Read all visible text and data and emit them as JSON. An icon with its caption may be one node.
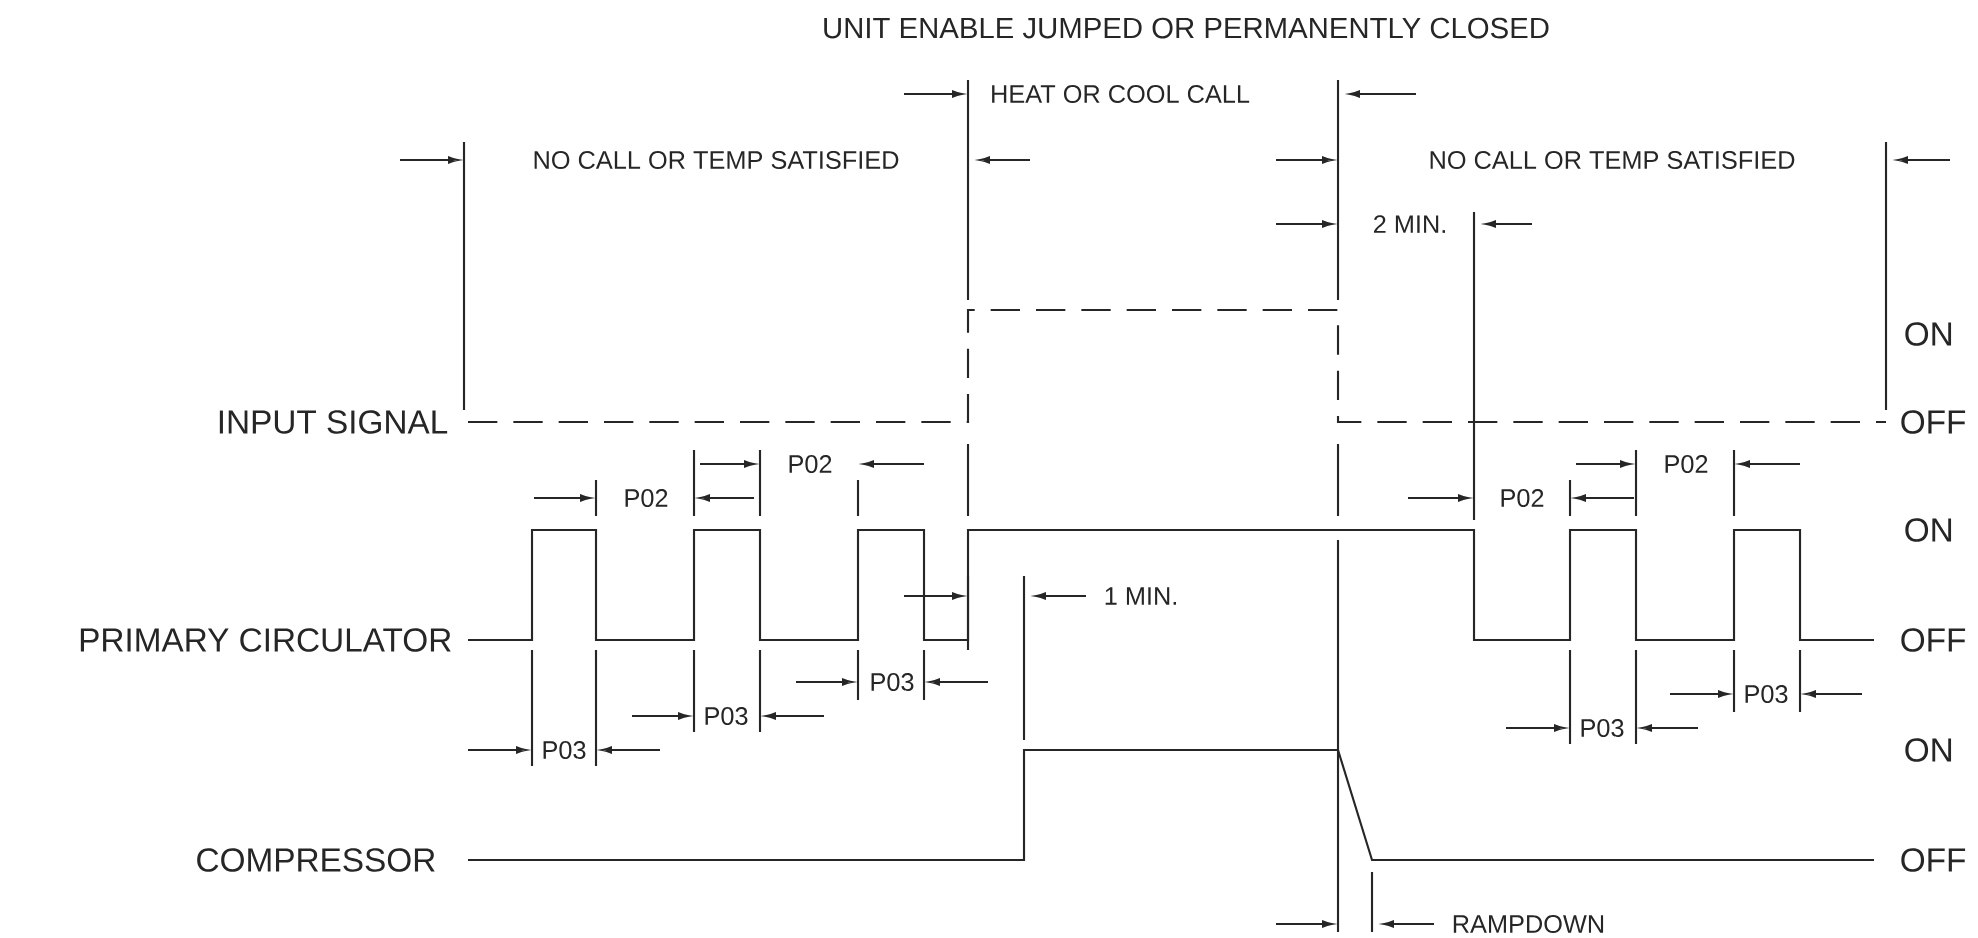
{
  "diagram": {
    "title": "UNIT ENABLE JUMPED OR PERMANENTLY CLOSED",
    "labels": [
      "HEAT OR COOL CALL",
      "NO CALL OR TEMP SATISFIED",
      "NO CALL OR TEMP SATISFIED",
      "2 MIN.",
      "ON",
      "INPUT SIGNAL",
      "OFF",
      "P02",
      "P02",
      "P02",
      "P02",
      "ON",
      "1 MIN.",
      "PRIMARY CIRCULATOR",
      "OFF",
      "P03",
      "P03",
      "P03",
      "P03",
      "P03",
      "ON",
      "COMPRESSOR",
      "OFF",
      "RAMPDOWN"
    ]
  }
}
